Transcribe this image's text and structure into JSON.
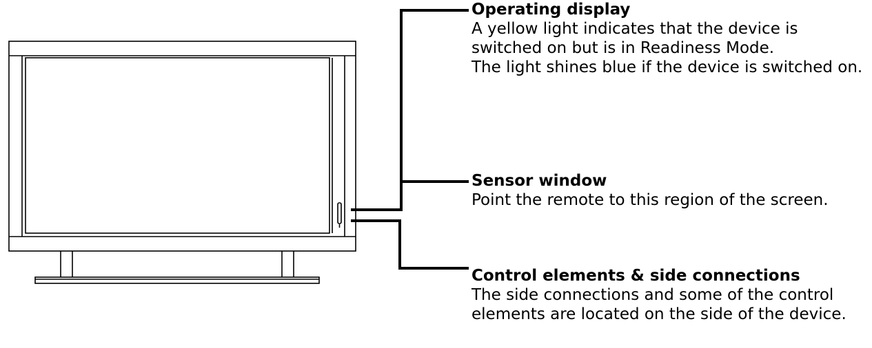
{
  "callouts": {
    "operating_display": {
      "title": "Operating display",
      "lines": [
        "A yellow light indicates that the device is switched on but is in Readiness Mode.",
        "The light shines blue if the device is switched on."
      ]
    },
    "sensor_window": {
      "title": "Sensor window",
      "lines": [
        "Point the remote to this region of the screen."
      ]
    },
    "control_elements": {
      "title": "Control elements & side connections",
      "lines": [
        "The side connections and some of the control elements are located on the side of the device."
      ]
    }
  }
}
